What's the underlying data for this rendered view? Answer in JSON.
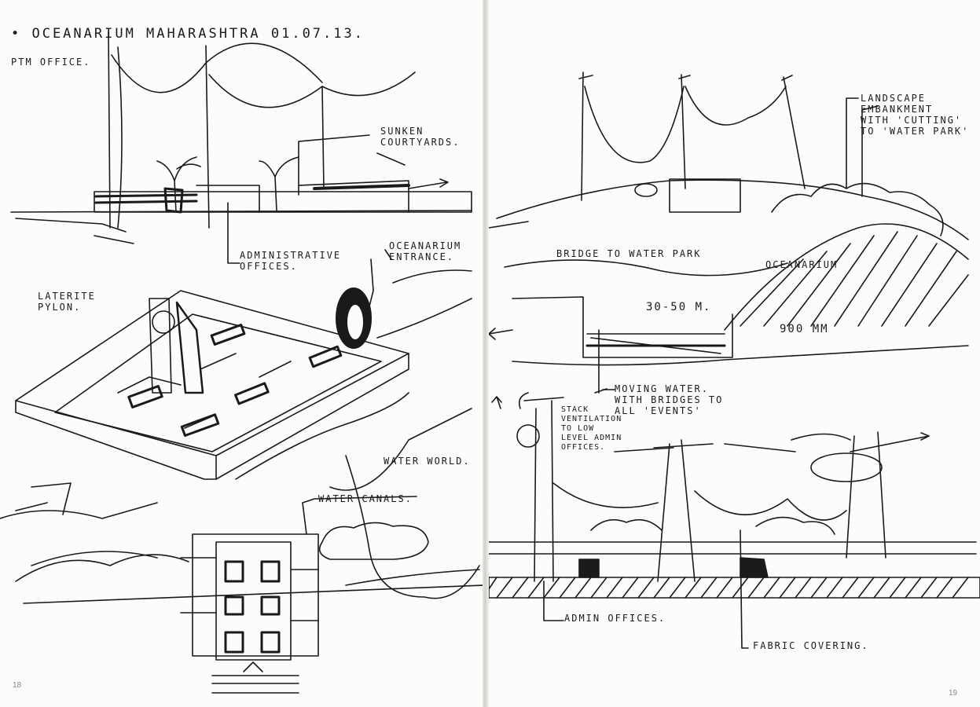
{
  "left_page": {
    "title": "• OCEANARIUM MAHARASHTRA 01.07.13.",
    "subtitle": "PTM OFFICE.",
    "notes": {
      "sunken": "SUNKEN\nCOURTYARDS.",
      "admin": "ADMINISTRATIVE\nOFFICES.",
      "entrance": "OCEANARIUM\nENTRANCE.",
      "laterite": "LATERITE\nPYLON.",
      "waterworld": "WATER WORLD.",
      "canals": "WATER CANALS."
    },
    "page_number": "18"
  },
  "right_page": {
    "notes": {
      "landscape": "LANDSCAPE\nEMBANKMENT\nWITH 'CUTTING'\nTO 'WATER PARK'",
      "bridge": "BRIDGE TO WATER PARK",
      "oceanarium": "OCEANARIUM",
      "dim1": "30-50 m.",
      "dim2": "900 mm",
      "moving": "MOVING WATER.\nWITH BRIDGES TO\nALL 'EVENTS'",
      "stack": "STACK\nVENTILATION\nTO LOW\nLEVEL ADMIN\nOFFICES.",
      "admin": "ADMIN OFFICES.",
      "fabric": "FABRIC COVERING."
    },
    "page_number": "19"
  },
  "colors": {
    "paper": "#fcfcfb",
    "ink": "#1a1a1a",
    "gutter": "#d3d3cf"
  }
}
